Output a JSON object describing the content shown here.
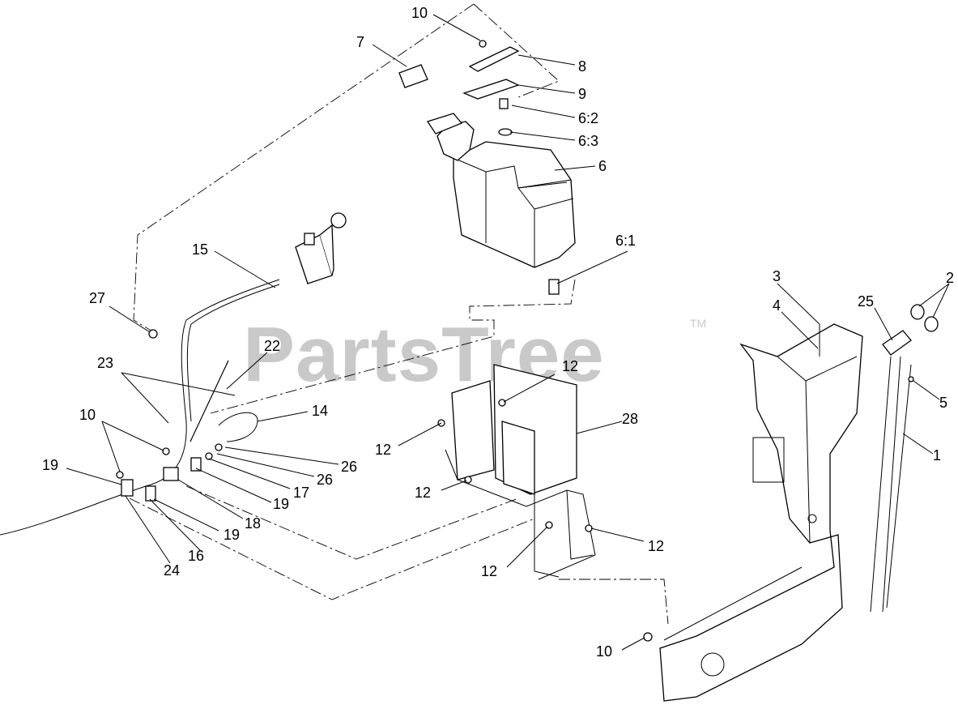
{
  "watermark": {
    "text": "PartsTree",
    "trademark": "TM"
  },
  "callouts": {
    "c1": "1",
    "c2": "2",
    "c3": "3",
    "c4": "4",
    "c5": "5",
    "c6": "6",
    "c6_1": "6:1",
    "c6_2": "6:2",
    "c6_3": "6:3",
    "c7": "7",
    "c8": "8",
    "c9": "9",
    "c10a": "10",
    "c10b": "10",
    "c10c": "10",
    "c12a": "12",
    "c12b": "12",
    "c12c": "12",
    "c12d": "12",
    "c12e": "12",
    "c14": "14",
    "c15": "15",
    "c16": "16",
    "c17": "17",
    "c18": "18",
    "c19a": "19",
    "c19b": "19",
    "c19c": "19",
    "c22": "22",
    "c23": "23",
    "c24": "24",
    "c25": "25",
    "c26a": "26",
    "c26b": "26",
    "c27": "27",
    "c28": "28"
  }
}
